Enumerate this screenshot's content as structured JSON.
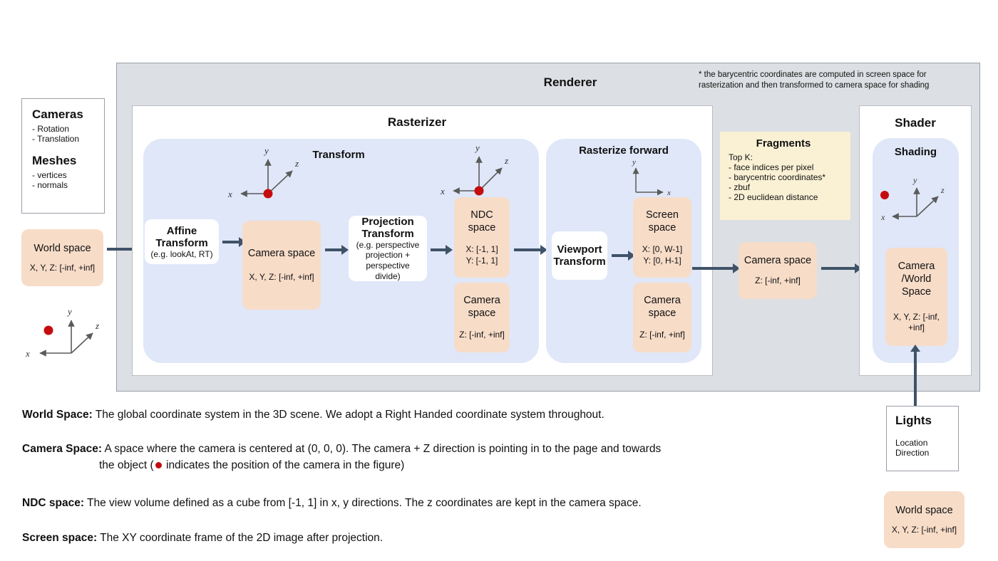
{
  "renderer": {
    "title": "Renderer",
    "footnote": "* the barycentric coordinates are computed in screen space for rasterization and then transformed to camera space for shading"
  },
  "inputs_card": {
    "cameras_title": "Cameras",
    "cameras_items": [
      "- Rotation",
      "- Translation"
    ],
    "meshes_title": "Meshes",
    "meshes_items": [
      "- vertices",
      "- normals"
    ]
  },
  "world_space_in": {
    "name": "World space",
    "range": "X, Y, Z: [-inf, +inf]"
  },
  "rasterizer": {
    "title": "Rasterizer",
    "transform": {
      "title": "Transform",
      "affine": {
        "line1": "Affine",
        "line2": "Transform",
        "note": "(e.g. lookAt, RT)"
      },
      "camera_space": {
        "name": "Camera space",
        "range": "X, Y, Z: [-inf, +inf]"
      },
      "projection": {
        "line1": "Projection",
        "line2": "Transform",
        "note": "(e.g. perspective projection + perspective divide)"
      },
      "ndc_space": {
        "name_line1": "NDC",
        "name_line2": "space",
        "range_x": "X: [-1, 1]",
        "range_y": "Y: [-1, 1]"
      },
      "camera_space_z": {
        "name_line1": "Camera",
        "name_line2": "space",
        "range": "Z: [-inf, +inf]"
      }
    },
    "rasterize_forward": {
      "title": "Rasterize forward",
      "viewport": {
        "line1": "Viewport",
        "line2": "Transform"
      },
      "screen_space": {
        "name_line1": "Screen",
        "name_line2": "space",
        "range_x": "X: [0, W-1]",
        "range_y": "Y: [0,  H-1]"
      },
      "camera_space_z": {
        "name_line1": "Camera",
        "name_line2": "space",
        "range": "Z: [-inf, +inf]"
      }
    }
  },
  "fragments": {
    "title": "Fragments",
    "topk_label": "Top K:",
    "items": [
      "- face indices per pixel",
      "- barycentric coordinates*",
      "- zbuf",
      "- 2D euclidean distance"
    ]
  },
  "camera_space_mid": {
    "name": "Camera space",
    "range": "Z: [-inf, +inf]"
  },
  "shader": {
    "title": "Shader",
    "shading_title": "Shading",
    "space": {
      "name_line1": "Camera",
      "name_line2": "/World",
      "name_line3": "Space",
      "range": "X, Y, Z: [-inf, +inf]"
    }
  },
  "lights": {
    "title": "Lights",
    "items": [
      "Location",
      "Direction"
    ]
  },
  "world_space_out": {
    "name": "World space",
    "range": "X, Y, Z: [-inf, +inf]"
  },
  "axes_labels": {
    "x": "x",
    "y": "y",
    "z": "z"
  },
  "legend": [
    {
      "term": "World Space:",
      "text": "The global coordinate system in the 3D scene. We adopt a Right Handed coordinate system throughout."
    },
    {
      "term": "Camera Space:",
      "text": "A space where the camera is centered at (0, 0, 0). The camera + Z direction is pointing in to the page and towards",
      "text2_pre": "the object (",
      "text2_post": " indicates the position of the camera in the figure)"
    },
    {
      "term": "NDC space:",
      "text": "The view volume defined as a cube from [-1, 1] in x, y directions. The z coordinates are kept in the camera space."
    },
    {
      "term": "Screen space:",
      "text": "The XY coordinate frame of the 2D image after projection."
    }
  ],
  "colors": {
    "peach": "#f7dcc8",
    "blue_panel": "#dfe7f8",
    "gray_panel": "#dcdfe3",
    "yellow": "#faf1d5",
    "arrow": "#3f5268",
    "camera_dot": "#c50d0d"
  }
}
